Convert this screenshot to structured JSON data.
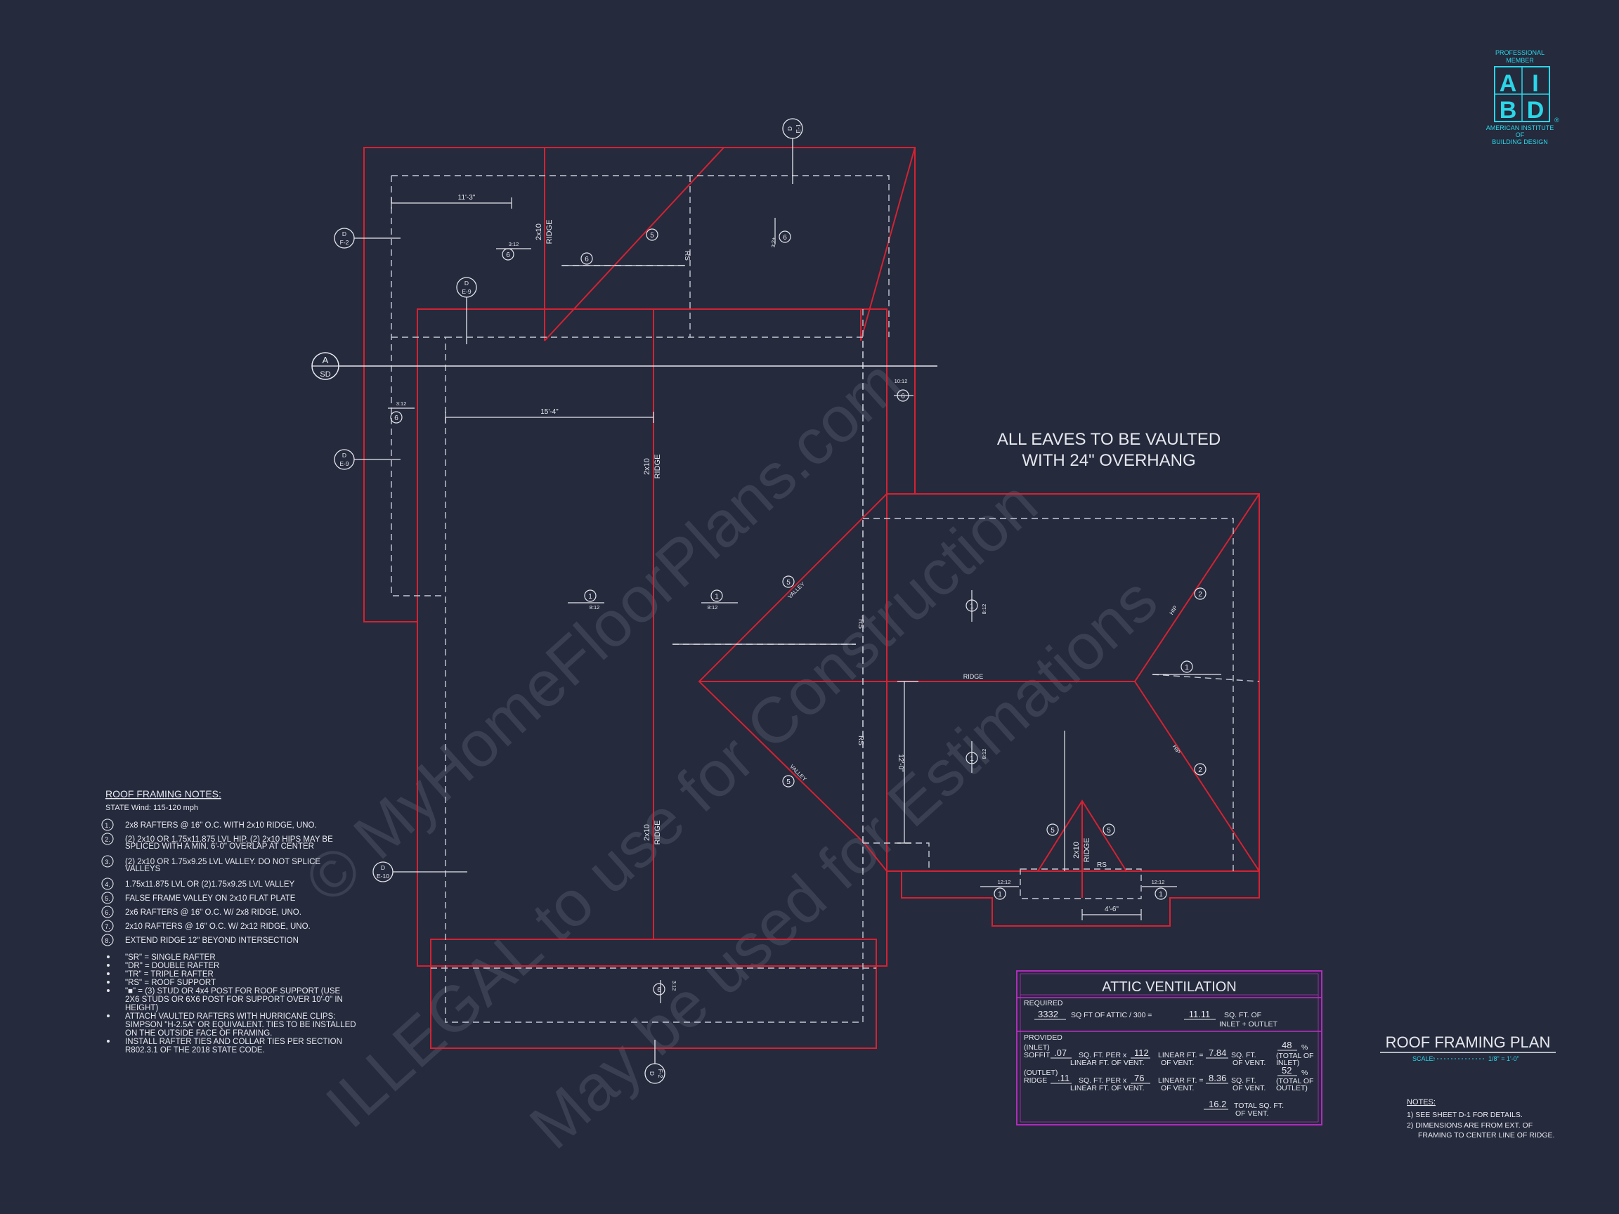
{
  "badge": {
    "top": "PROFESSIONAL",
    "top2": "MEMBER",
    "l1": "A",
    "l2": "I",
    "l3": "B",
    "l4": "D",
    "reg": "®",
    "b1": "AMERICAN INSTITUTE",
    "b2": "OF",
    "b3": "BUILDING DESIGN"
  },
  "watermark": {
    "line1": "© MyHomeFloorPlans.com",
    "line2": "ILLEGAL to use for Construction",
    "line3": "May be used for Estimations"
  },
  "eaves_note": {
    "line1": "ALL EAVES TO BE VAULTED",
    "line2": "WITH 24\" OVERHANG"
  },
  "plan": {
    "dim_11_3": "11'-3\"",
    "dim_15_4": "15'-4\"",
    "dim_12_0": "12'-0\"",
    "dim_4_6": "4'-6\"",
    "ridge_1": "2x10",
    "ridge_1b": "RIDGE",
    "ridge_2": "2x10",
    "ridge_2b": "RIDGE",
    "ridge_3": "2x10",
    "ridge_3b": "RIDGE",
    "ridge_4": "2x10",
    "ridge_4b": "RIDGE",
    "ridge_label": "RIDGE",
    "hip_label": "HIP",
    "valley_label": "VALLEY",
    "rs_label": "RS",
    "pitch_3_12": "3:12",
    "pitch_8_12": "8:12",
    "pitch_10_12": "10:12",
    "pitch_12_12": "12:12",
    "pitch_3_2": "3:2+",
    "n1": "1",
    "n2": "2",
    "n5": "5",
    "n6": "6",
    "sec_d": "D",
    "sec_a": "A",
    "sec_f2": "F-2",
    "sec_e1": "E-1",
    "sec_e9": "E-9",
    "sec_e10": "E-10",
    "sec_sd": "SD"
  },
  "notes": {
    "title": "ROOF FRAMING NOTES:",
    "wind": "STATE Wind: 115-120 mph",
    "items": [
      {
        "n": "1.",
        "t": "2x8 RAFTERS @ 16\" O.C. WITH 2x10 RIDGE, UNO."
      },
      {
        "n": "2.",
        "t": "(2) 2x10 OR 1.75x11.875 LVL HIP. (2) 2x10 HIPS MAY BE",
        "t2": "SPLICED WITH A MIN. 6'-0\" OVERLAP AT CENTER"
      },
      {
        "n": "3.",
        "t": "(2) 2x10 OR 1.75x9.25 LVL VALLEY. DO NOT SPLICE",
        "t2": "VALLEYS"
      },
      {
        "n": "4.",
        "t": "1.75x11.875 LVL OR (2)1.75x9.25 LVL VALLEY"
      },
      {
        "n": "5.",
        "t": "FALSE FRAME VALLEY ON 2x10 FLAT PLATE"
      },
      {
        "n": "6.",
        "t": "2x6 RAFTERS @ 16\" O.C. W/ 2x8 RIDGE, UNO."
      },
      {
        "n": "7.",
        "t": "2x10 RAFTERS @ 16\" O.C. W/ 2x12 RIDGE, UNO."
      },
      {
        "n": "8.",
        "t": "EXTEND RIDGE 12\" BEYOND INTERSECTION"
      }
    ],
    "bullets": [
      [
        "\"SR\"  = SINGLE RAFTER"
      ],
      [
        "\"DR\" = DOUBLE RAFTER"
      ],
      [
        "\"TR\" = TRIPLE RAFTER"
      ],
      [
        "\"RS\" = ROOF SUPPORT"
      ],
      [
        "\"■\" = (3) STUD OR 4x4 POST FOR ROOF SUPPORT (USE",
        "2X6 STUDS OR 6X6 POST FOR SUPPORT OVER 10'-0\" IN",
        "HEIGHT)"
      ],
      [
        "ATTACH VAULTED RAFTERS WITH HURRICANE CLIPS:",
        "SIMPSON \"H-2.5A\" OR EQUIVALENT. TIES TO BE INSTALLED",
        "ON THE OUTSIDE FACE OF FRAMING."
      ],
      [
        "INSTALL RAFTER TIES AND COLLAR TIES PER SECTION",
        "R802.3.1 OF THE 2018 STATE CODE."
      ]
    ]
  },
  "attic": {
    "title": "ATTIC VENTILATION",
    "required": "REQUIRED",
    "req_area": "3332",
    "req_text": "SQ FT OF ATTIC / 300 =",
    "req_result": "11.11",
    "req_unit": "SQ. FT. OF",
    "req_unit2": "INLET + OUTLET",
    "provided": "PROVIDED",
    "inlet": "(INLET)",
    "soffit": "SOFFIT",
    "soffit_rate": ".07",
    "per": "SQ. FT. PER x",
    "lin_vent": "LINEAR FT. OF VENT.",
    "soffit_len": "112",
    "lin_of_vent": "LINEAR FT. =",
    "of_vent": "OF VENT.",
    "soffit_sqft": "7.84",
    "sqft": "SQ. FT.",
    "soffit_pct": "48",
    "pct": "%",
    "total_inlet": "(TOTAL OF",
    "total_inlet2": "INLET)",
    "outlet": "(OUTLET)",
    "ridge": "RIDGE",
    "ridge_rate": ".11",
    "ridge_len": "76",
    "ridge_sqft": "8.36",
    "ridge_pct": "52",
    "total_outlet2": "OUTLET)",
    "total_sqft": "16.2",
    "total": "TOTAL  SQ. FT.",
    "total2": "OF VENT."
  },
  "titleblock": {
    "title": "ROOF FRAMING PLAN",
    "scale_label": "SCALE:",
    "scale_value": "1/8\" = 1'-0\"",
    "notes_title": "NOTES:",
    "note1": "1)  SEE SHEET D-1 FOR DETAILS.",
    "note2": "2)  DIMENSIONS ARE FROM EXT. OF",
    "note2b": "FRAMING TO CENTER LINE OF RIDGE."
  },
  "colors": {
    "background": "#252a3c",
    "red": "#d42233",
    "magenta": "#c02cc8",
    "cyan": "#2ad6e8"
  }
}
